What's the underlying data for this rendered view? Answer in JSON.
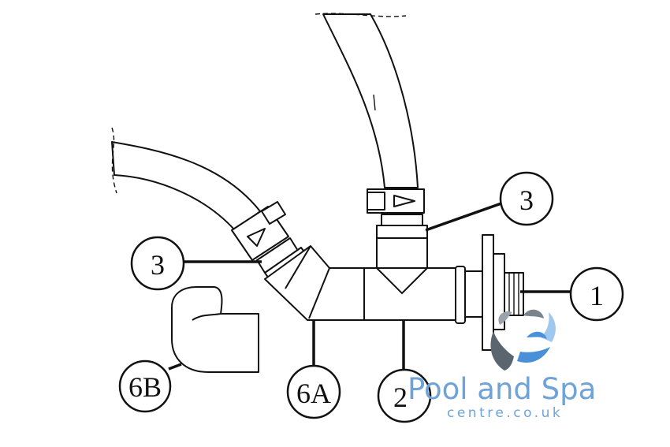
{
  "callouts": [
    {
      "id": "hose-clamp-right",
      "label": "3"
    },
    {
      "id": "hose-clamp-left",
      "label": "3"
    },
    {
      "id": "wall-fitting",
      "label": "1"
    },
    {
      "id": "tee-piece",
      "label": "2"
    },
    {
      "id": "elbow-45",
      "label": "6A"
    },
    {
      "id": "elbow-90",
      "label": "6B"
    }
  ],
  "logo": {
    "name": "Pool and Spa",
    "domain": "centre.co.uk",
    "icon": "water-drops-icon",
    "colors": {
      "text": "#6fa3d8",
      "drop_dark": "#5a6570",
      "drop_blue": "#4a90d9",
      "drop_light": "#9fc8ef"
    }
  }
}
